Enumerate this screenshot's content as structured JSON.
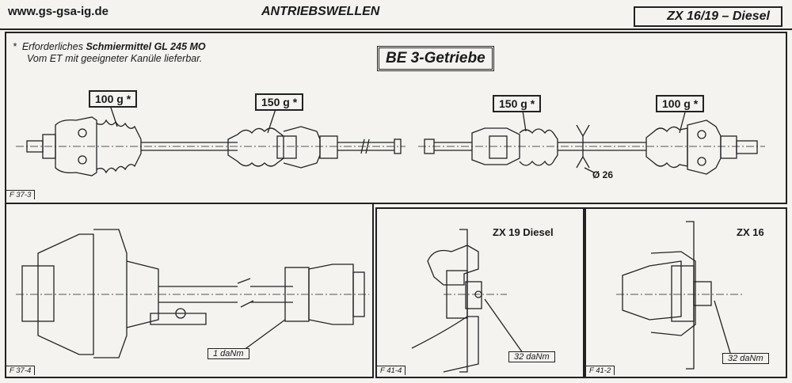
{
  "header": {
    "url": "www.gs-gsa-ig.de",
    "title": "ANTRIEBSWELLEN",
    "model": "ZX 16/19 – Diesel"
  },
  "note": {
    "asterisk": "*",
    "line1_prefix": "Erforderliches",
    "line1_bold": "Schmiermittel GL 245 MO",
    "line2": "Vom ET mit geeigneter Kanüle lieferbar."
  },
  "gearbox_label": "BE 3-Getriebe",
  "quantities": {
    "left_shaft_outer": "100 g *",
    "left_shaft_inner": "150 g *",
    "right_shaft_inner": "150 g *",
    "right_shaft_outer": "100 g *"
  },
  "diameter_label": "Ø 26",
  "figures": {
    "f37_3": "F 37-3",
    "f37_4": "F 37-4",
    "f41_4": "F 41-4",
    "f41_2": "F 41-2"
  },
  "torques": {
    "f37_4": "1 daNm",
    "f41_4": "32 daNm",
    "f41_2": "32 daNm"
  },
  "variants": {
    "zx19": "ZX 19 Diesel",
    "zx16": "ZX 16"
  }
}
